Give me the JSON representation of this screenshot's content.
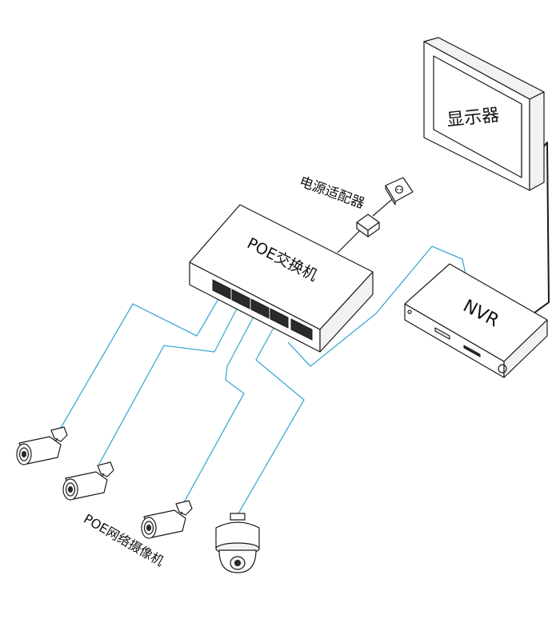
{
  "labels": {
    "monitor": "显示器",
    "adapter": "电源适配器",
    "switch": "POE交换机",
    "nvr": "NVR",
    "cameras": "POE网络摄像机"
  },
  "colors": {
    "cable": "#3fa9d6",
    "line": "#1a1a1a",
    "background": "#ffffff"
  },
  "icons": [
    "monitor-icon",
    "power-outlet-icon",
    "power-adapter-icon",
    "poe-switch-icon",
    "nvr-icon",
    "bullet-camera-icon",
    "dome-camera-icon"
  ]
}
